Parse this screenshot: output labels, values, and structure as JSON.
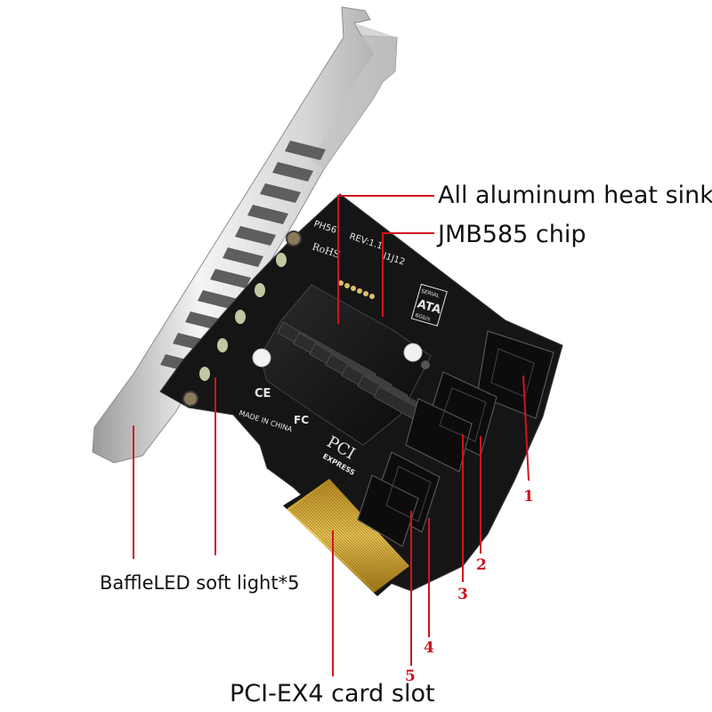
{
  "labels": {
    "heat_sink": "All aluminum heat sink",
    "chip": "JMB585 chip",
    "baffle_led": "BaffleLED soft light*5",
    "card_slot": "PCI-EX4 card slot"
  },
  "port_numbers": [
    "1",
    "2",
    "3",
    "4",
    "5"
  ],
  "board_print": {
    "model": "PH56",
    "revision": "REV:1.1",
    "code": "J1J12",
    "rohs": "RoHS",
    "made_in": "MADE IN CHINA",
    "ce": "CE",
    "fcc": "FC",
    "pci": "PCI",
    "express": "EXPRESS",
    "sata_logo_top": "SERIAL",
    "sata_logo_mid": "ATA",
    "sata_logo_bottom": "6Gb/s"
  },
  "colors": {
    "callout_line": "#d0141e",
    "board": "#141414",
    "bracket": "#d8d8d8",
    "gold_finger": "#d7a93a"
  }
}
